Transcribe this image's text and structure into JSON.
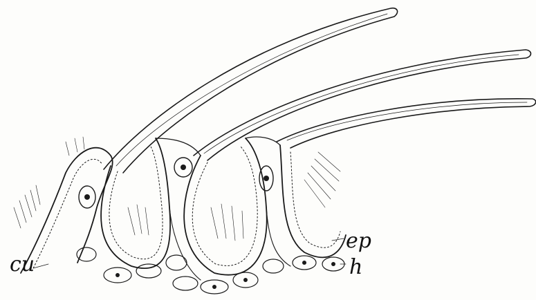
{
  "figure": {
    "labels": {
      "cu": "cu",
      "ep": "ep",
      "h": "h"
    },
    "colors": {
      "ink": "#1a1a1a",
      "paper": "#fdfdfb"
    }
  }
}
